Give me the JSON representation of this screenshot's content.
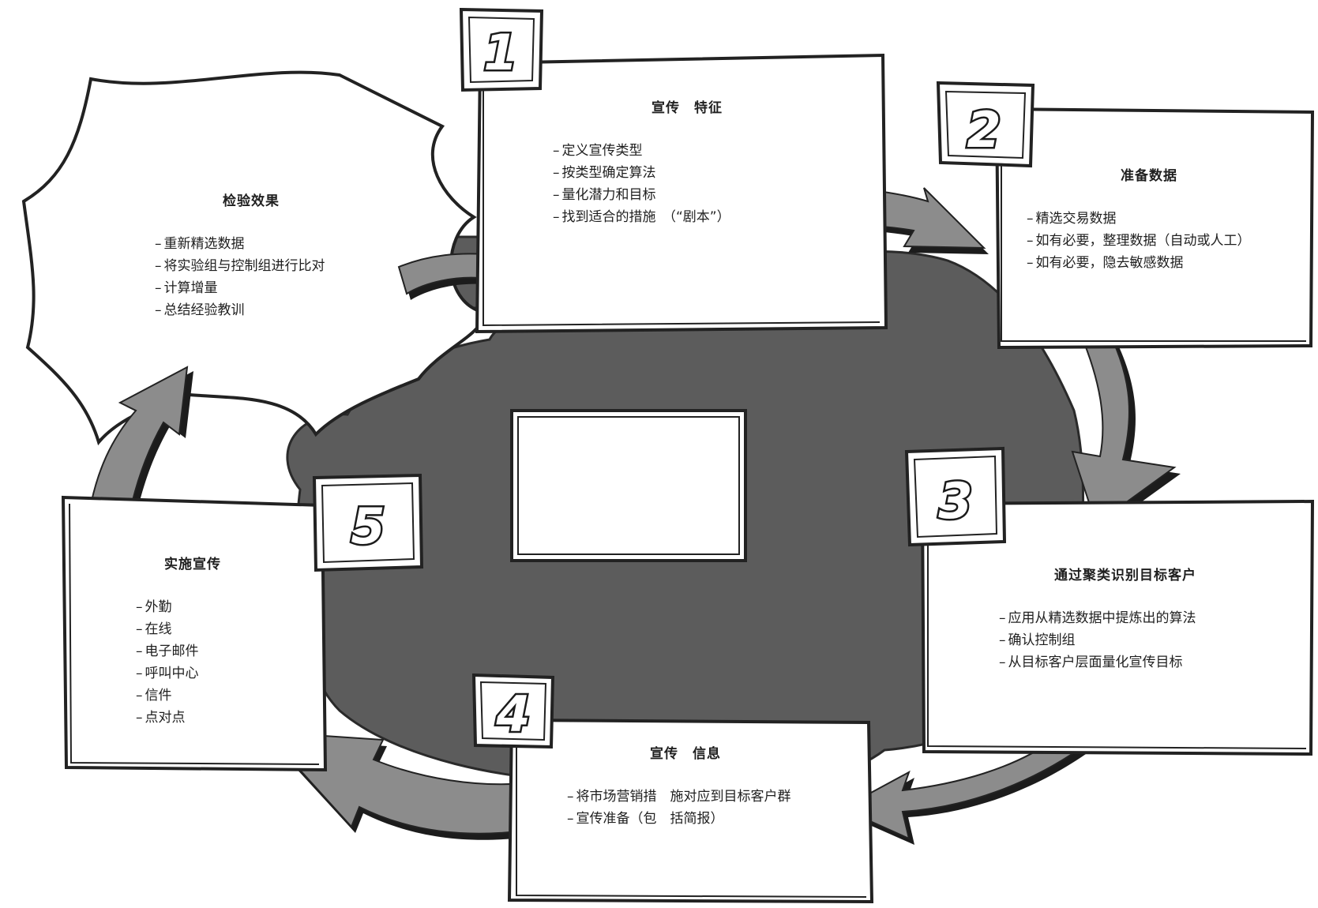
{
  "stages": [
    {
      "number": "1",
      "title": "宣传　特征",
      "items": [
        "定义宣传类型",
        "按类型确定算法",
        "量化潜力和目标",
        "找到适合的措施　（“剧本”）"
      ]
    },
    {
      "number": "2",
      "title": "准备数据",
      "items": [
        "精选交易数据",
        "如有必要，整理数据（自动或人工）",
        "如有必要，隐去敏感数据"
      ]
    },
    {
      "number": "3",
      "title": "通过聚类识别目标客户",
      "items": [
        "应用从精选数据中提炼出的算法",
        "确认控制组",
        "从目标客户层面量化宣传目标"
      ]
    },
    {
      "number": "4",
      "title": "宣传　信息",
      "items": [
        "将市场营销措　施对应到目标客户群",
        "宣传准备（包　括简报）"
      ]
    },
    {
      "number": "5",
      "title": "实施宣传",
      "items": [
        "外勤",
        "在线",
        "电子邮件",
        "呼叫中心",
        "信件",
        "点对点"
      ]
    },
    {
      "number": "",
      "title": "检验效果",
      "items": [
        "重新精选数据",
        "将实验组与控制组进行比对",
        "计算增量",
        "总结经验教训"
      ]
    }
  ],
  "colors": {
    "cloud": "#5c5c5c",
    "arrow": "#8c8c8c",
    "arrow_shadow": "#1c1c1c",
    "box_border": "#222222",
    "box_fill": "#ffffff"
  }
}
